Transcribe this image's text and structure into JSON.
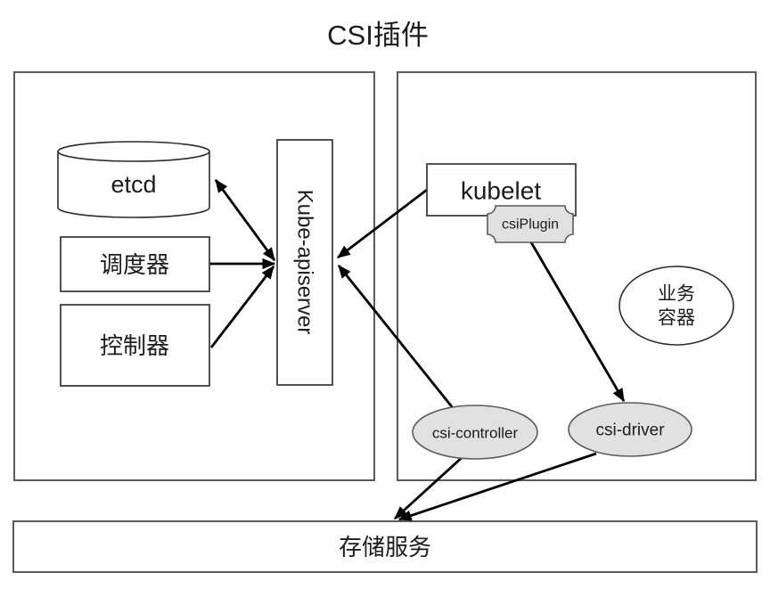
{
  "title": "CSI插件",
  "clusters": {
    "control_plane": {
      "name": "master-cluster-box"
    },
    "worker_node": {
      "name": "node-cluster-box"
    }
  },
  "nodes": {
    "etcd": {
      "label": "etcd"
    },
    "scheduler": {
      "label": "调度器"
    },
    "controller": {
      "label": "控制器"
    },
    "apiserver": {
      "label": "Kube-apiserver"
    },
    "kubelet": {
      "label": "kubelet"
    },
    "csi_plugin": {
      "label": "csiPlugin"
    },
    "business_container": {
      "line1": "业务",
      "line2": "容器"
    },
    "csi_controller": {
      "label": "csi-controller"
    },
    "csi_driver": {
      "label": "csi-driver"
    },
    "storage_service": {
      "label": "存储服务"
    }
  },
  "edges": [
    {
      "from": "kube-apiserver",
      "to": "etcd",
      "bidirectional": true
    },
    {
      "from": "调度器",
      "to": "kube-apiserver"
    },
    {
      "from": "控制器",
      "to": "kube-apiserver"
    },
    {
      "from": "kubelet",
      "to": "kube-apiserver"
    },
    {
      "from": "csi-controller",
      "to": "kube-apiserver"
    },
    {
      "from": "csiPlugin",
      "to": "csi-driver"
    },
    {
      "from": "csi-controller",
      "to": "存储服务"
    },
    {
      "from": "csi-driver",
      "to": "存储服务"
    }
  ],
  "colors": {
    "gray_fill": "#e1e1e1",
    "white_fill": "#ffffff",
    "edge_color": "#000000",
    "box_stroke": "#5b5b5b"
  }
}
